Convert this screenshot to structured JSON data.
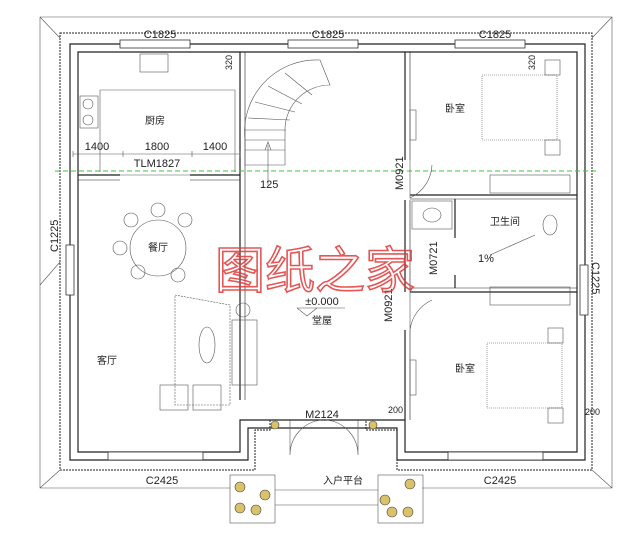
{
  "plan": {
    "windows": {
      "top_left": "C1825",
      "top_mid": "C1825",
      "top_right": "C1825",
      "left": "C1225",
      "right": "C1225",
      "bottom_left": "C2425",
      "bottom_right": "C2425"
    },
    "dims": {
      "top_left_320": "320",
      "top_right_320": "320",
      "kitchen_left": "1400",
      "kitchen_mid": "1800",
      "kitchen_right": "1400",
      "stair": "125",
      "right_200_a": "200",
      "right_200_b": "200"
    },
    "doors": {
      "kitchen_slide": "TLM1827",
      "bedroom_top": "M0921",
      "bedroom_bottom": "M0921",
      "bathroom": "M0721",
      "entrance": "M2124"
    },
    "rooms": {
      "kitchen": "厨房",
      "bedroom_top": "卧室",
      "bathroom": "卫生间",
      "dining": "餐厅",
      "hall": "堂屋",
      "living": "客厅",
      "bedroom_bottom": "卧室",
      "porch": "入户平台"
    },
    "level": "±0.000",
    "slope": "1%",
    "watermark": "图纸之家",
    "colors": {
      "axis_line": "#33cc33",
      "watermark": "#e03a3a",
      "column": "#d9c26a"
    }
  }
}
